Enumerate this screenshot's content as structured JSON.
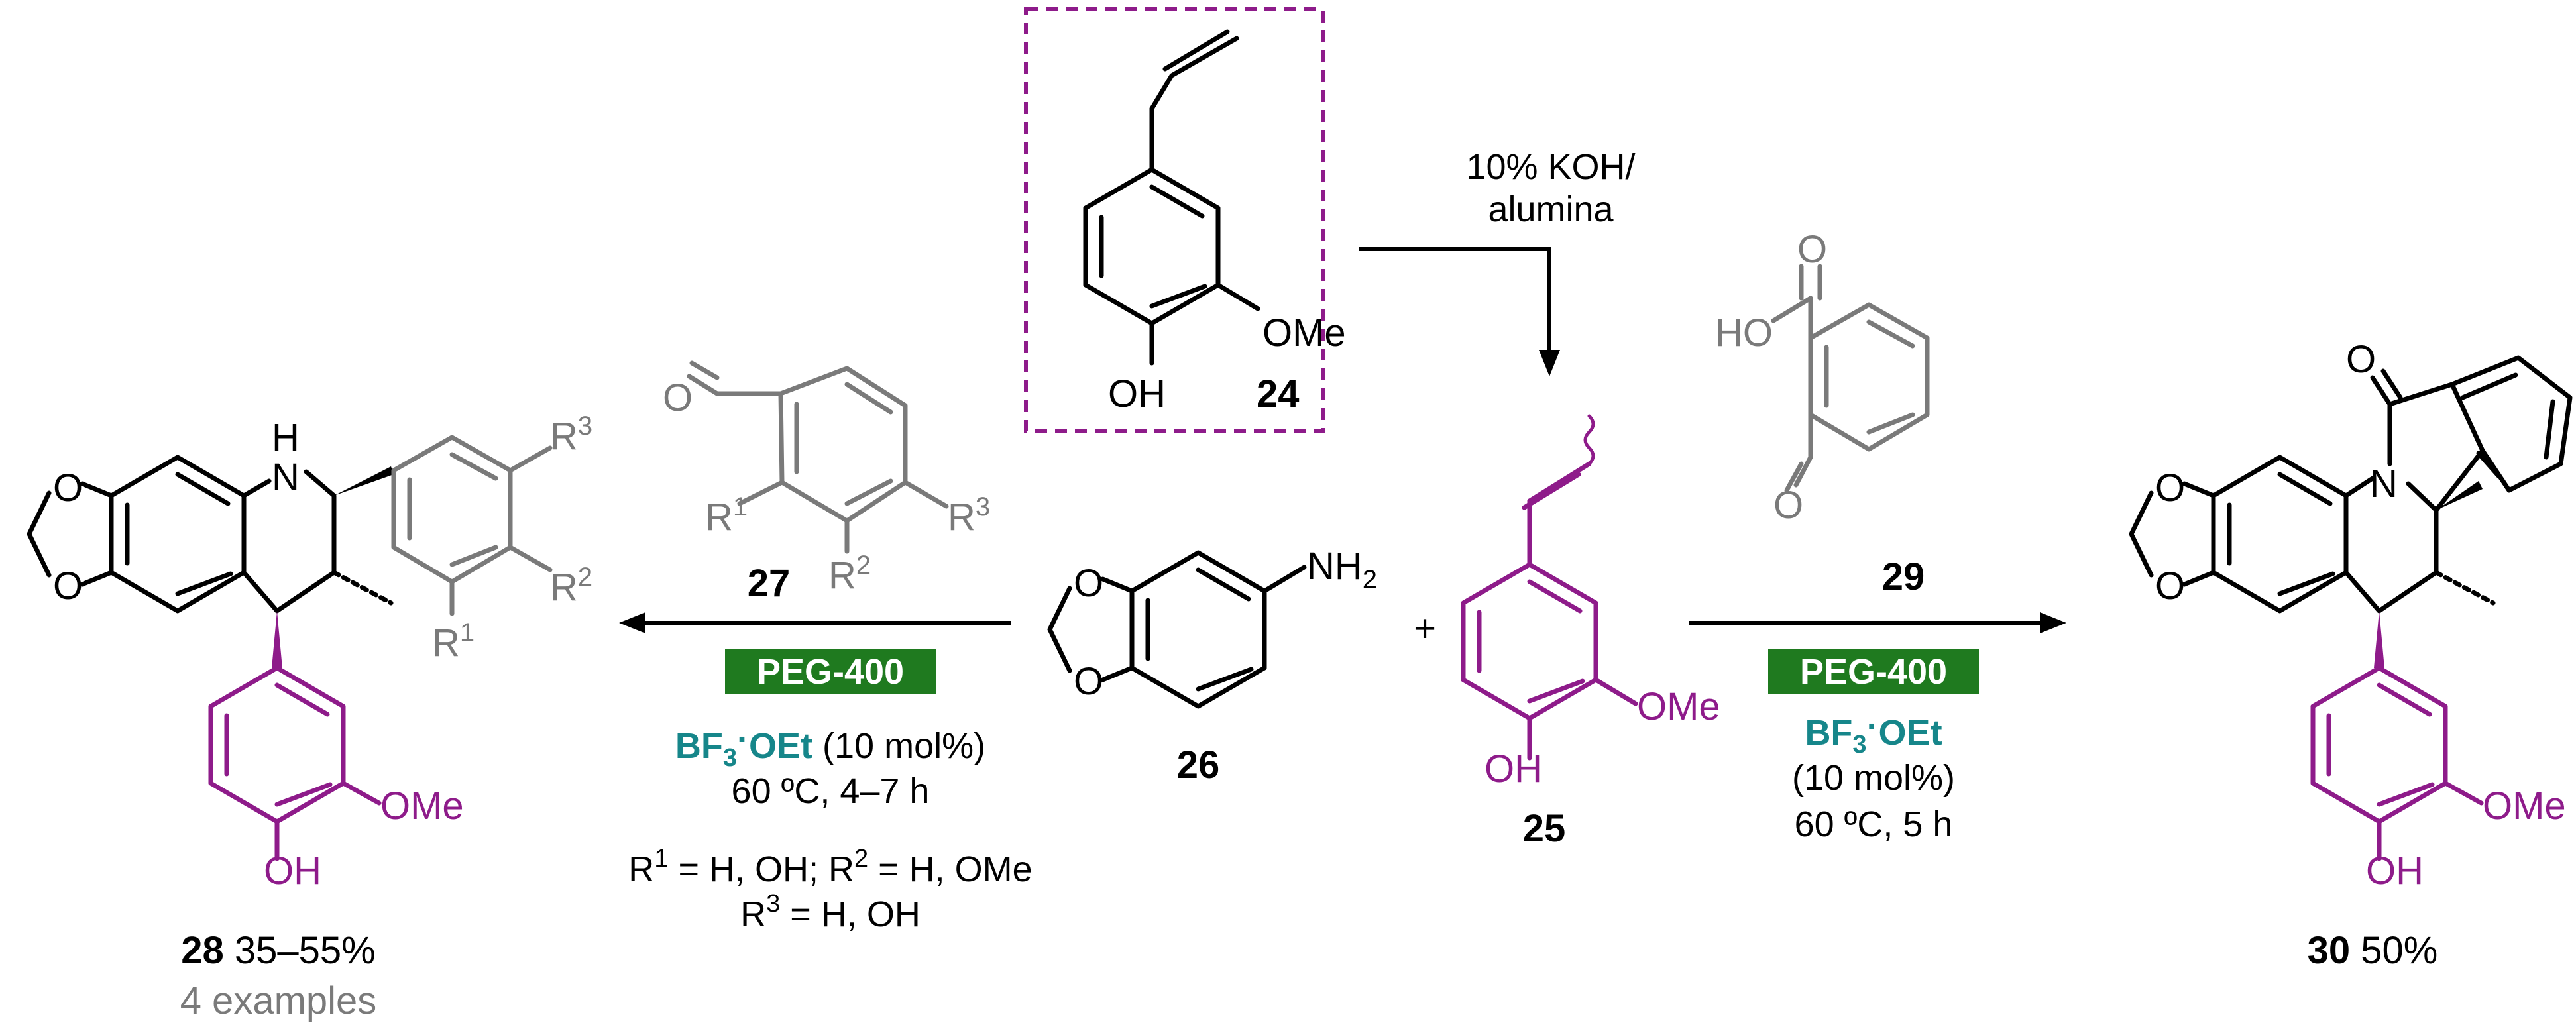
{
  "colors": {
    "black": "#000000",
    "grey": "#7a7a7a",
    "purple": "#8e1b8a",
    "teal": "#16868a",
    "green_box": "#1f7a1f"
  },
  "compounds": {
    "c24": {
      "label": "24",
      "atoms": {
        "oh": "OH",
        "ome": "OMe"
      }
    },
    "c25": {
      "label": "25",
      "atoms": {
        "oh": "OH",
        "ome": "OMe"
      }
    },
    "c26": {
      "label": "26",
      "atoms": {
        "o1": "O",
        "o2": "O",
        "nh2": "NH",
        "nh2_sub": "2"
      }
    },
    "c27": {
      "label": "27",
      "atoms": {
        "o": "O",
        "r1": "R",
        "r1_sup": "1",
        "r2": "R",
        "r2_sup": "2",
        "r3": "R",
        "r3_sup": "3"
      }
    },
    "c28": {
      "label": "28",
      "yield": "35–55%",
      "examples": "4 examples",
      "atoms": {
        "o1": "O",
        "o2": "O",
        "nh": "N",
        "h": "H",
        "oh": "OH",
        "ome": "OMe",
        "r1": "R",
        "r1_sup": "1",
        "r2": "R",
        "r2_sup": "2",
        "r3": "R",
        "r3_sup": "3"
      }
    },
    "c29": {
      "label": "29",
      "atoms": {
        "ho": "HO",
        "o_acid": "O",
        "o_ald": "O"
      }
    },
    "c30": {
      "label": "30",
      "yield": "50%",
      "atoms": {
        "o1": "O",
        "o2": "O",
        "n": "N",
        "o_lactam": "O",
        "oh": "OH",
        "ome": "OMe"
      }
    }
  },
  "plus": "+",
  "arrow_top": {
    "line1": "10% KOH/",
    "line2": "alumina"
  },
  "arrow_left": {
    "box": "PEG-400",
    "catalyst": "BF",
    "catalyst_sub": "3",
    "catalyst_dot": "·",
    "catalyst_rest": "OEt",
    "catalyst_load": " (10 mol%)",
    "temp_time": "60 ºC, 4–7 h",
    "r_line1_a": "R",
    "r_line1_b": "1",
    "r_line1_c": " = H, OH; R",
    "r_line1_d": "2",
    "r_line1_e": " = H, OMe",
    "r_line2_a": "R",
    "r_line2_b": "3",
    "r_line2_c": " = H, OH"
  },
  "arrow_right": {
    "box": "PEG-400",
    "catalyst": "BF",
    "catalyst_sub": "3",
    "catalyst_dot": "·",
    "catalyst_rest": "OEt",
    "catalyst_load": "(10 mol%)",
    "temp_time": "60 ºC, 5 h"
  }
}
